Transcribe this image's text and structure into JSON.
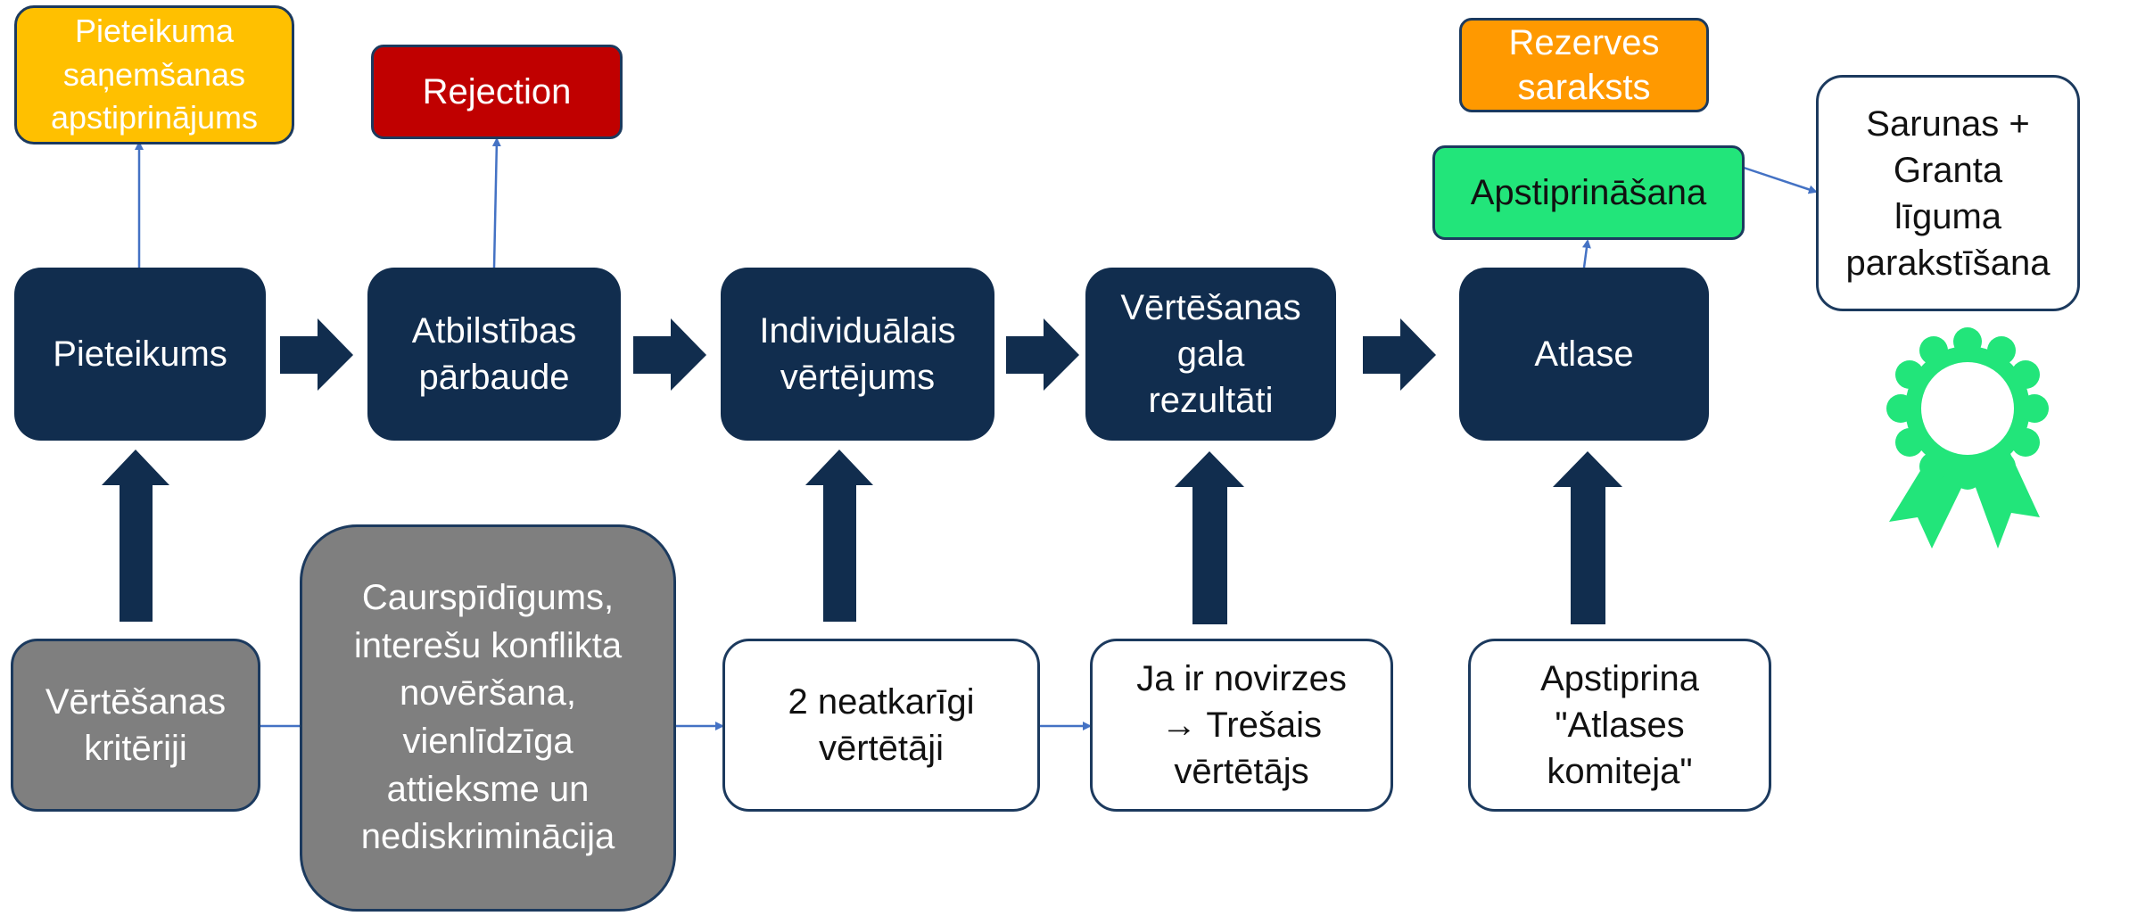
{
  "steps": {
    "pieteikums": "Pieteikums",
    "atbilstibas": "Atbilstības\npārbaude",
    "individualais": "Individuālais\nvērtējums",
    "gala_rezultati": "Vērtēšanas\ngala\nrezultāti",
    "atlase": "Atlase"
  },
  "outcomes": {
    "apstiprinajums": "Pieteikuma\nsaņemšanas\napstiprinājums",
    "rejection": "Rejection",
    "rezerves": "Rezerves\nsaraksts",
    "apstiprinasana": "Apstiprināšana",
    "sarunas": "Sarunas +\nGranta\nlīguma\nparakstīšana"
  },
  "inputs": {
    "kriteriji": "Vērtēšanas\nkritēriji",
    "principi": "Caurspīdīgums,\ninterešu konflikta\nnovēršana,\nvienlīdzīga\nattieksme un\nnediskriminācija",
    "vertetaji": "2 neatkarīgi\nvērtētāji",
    "novirzes": "Ja ir novirzes\n→ Trešais\nvērtētājs",
    "komiteja": "Apstiprina\n\"Atlases\nkomiteja\""
  },
  "icons": {
    "award": "award-ribbon-icon"
  },
  "colors": {
    "navy": "#112d4e",
    "grey": "#7f7f7f",
    "yellow": "#ffc000",
    "red": "#c00000",
    "orange": "#ff9900",
    "green": "#22e57a",
    "connector": "#4472c4"
  }
}
